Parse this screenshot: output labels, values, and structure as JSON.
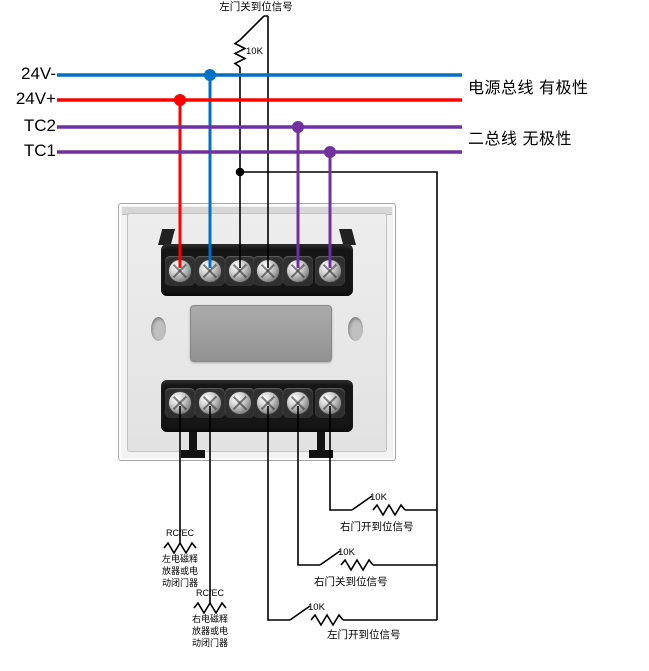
{
  "diagram": {
    "bus": {
      "labels": [
        "24V-",
        "24V+",
        "TC2",
        "TC1"
      ],
      "right_annotations": {
        "power": "电源总线 有极性",
        "signal": "二总线 无极性"
      }
    },
    "top_circuit": {
      "resistor_value": "10K",
      "signal_label": "左门关到位信号"
    },
    "monitor_circuits": [
      {
        "resistor_value": "10K",
        "signal_label": "右门开到位信号"
      },
      {
        "resistor_value": "10K",
        "signal_label": "右门关到位信号"
      },
      {
        "resistor_value": "10K",
        "signal_label": "左门开到位信号"
      }
    ],
    "output_devices": [
      {
        "tag": "RC/EC",
        "name_line1": "左电磁释",
        "name_line2": "放器或电",
        "name_line3": "动闭门器"
      },
      {
        "tag": "RC/EC",
        "name_line1": "右电磁释",
        "name_line2": "放器或电",
        "name_line3": "动闭门器"
      }
    ],
    "colors": {
      "power_negative_blue": "#0070C6",
      "power_positive_red": "#FF0000",
      "signal_bus_purple": "#7030A0",
      "wire_black": "#000000"
    }
  }
}
